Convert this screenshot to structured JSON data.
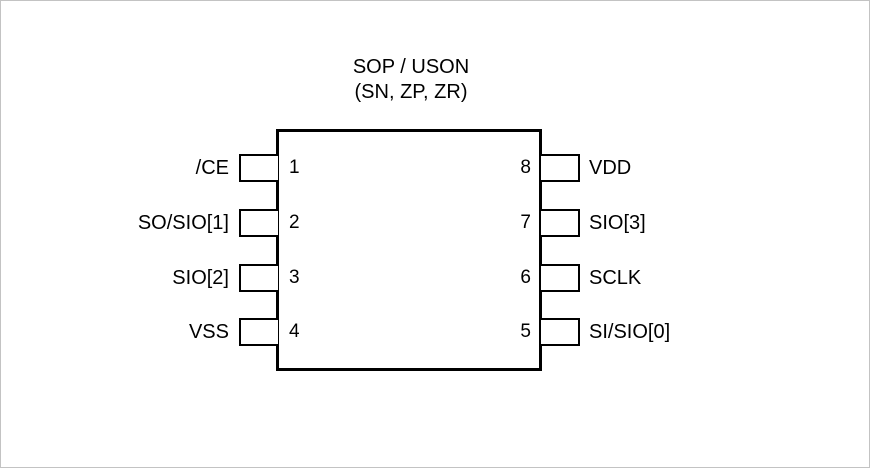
{
  "diagram": {
    "title_lines": [
      "SOP / USON",
      "(SN, ZP, ZR)"
    ],
    "package_outline_color": "#000000",
    "text_color": "#000000",
    "background_color": "#ffffff",
    "border_color": "#c3c3c3",
    "pins": {
      "left": [
        {
          "number": "1",
          "label": "/CE"
        },
        {
          "number": "2",
          "label": "SO/SIO[1]"
        },
        {
          "number": "3",
          "label": "SIO[2]"
        },
        {
          "number": "4",
          "label": "VSS"
        }
      ],
      "right": [
        {
          "number": "8",
          "label": "VDD"
        },
        {
          "number": "7",
          "label": "SIO[3]"
        },
        {
          "number": "6",
          "label": "SCLK"
        },
        {
          "number": "5",
          "label": "SI/SIO[0]"
        }
      ]
    }
  }
}
